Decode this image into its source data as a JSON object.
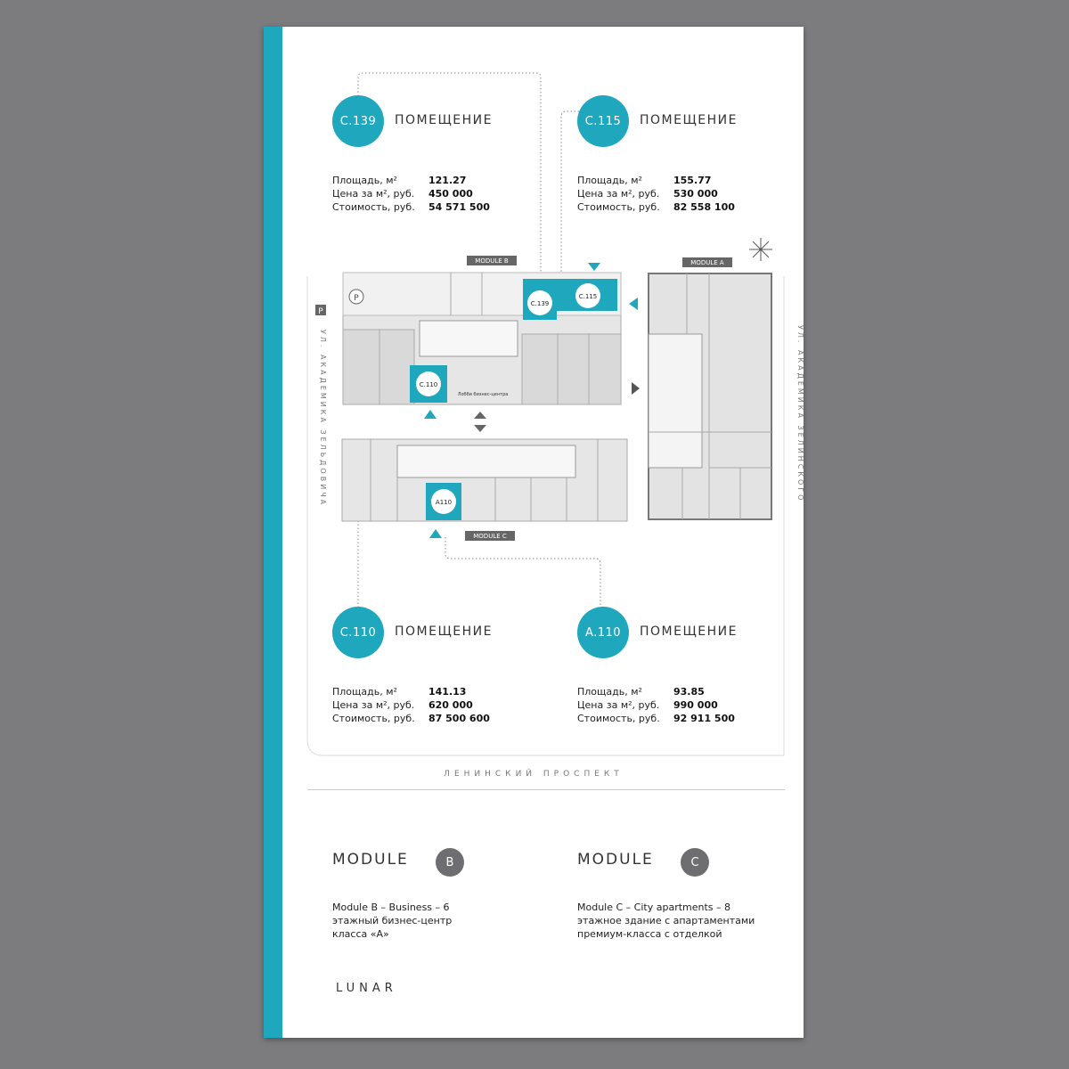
{
  "units": [
    {
      "code": "C.139",
      "type": "ПОМЕЩЕНИЕ",
      "rows": [
        {
          "label": "Площадь, м²",
          "value": "121.27"
        },
        {
          "label": "Цена за м², руб.",
          "value": "450 000"
        },
        {
          "label": "Стоимость, руб.",
          "value": "54 571 500"
        }
      ]
    },
    {
      "code": "C.115",
      "type": "ПОМЕЩЕНИЕ",
      "rows": [
        {
          "label": "Площадь, м²",
          "value": "155.77"
        },
        {
          "label": "Цена за м², руб.",
          "value": "530 000"
        },
        {
          "label": "Стоимость, руб.",
          "value": "82 558 100"
        }
      ]
    },
    {
      "code": "C.110",
      "type": "ПОМЕЩЕНИЕ",
      "rows": [
        {
          "label": "Площадь, м²",
          "value": "141.13"
        },
        {
          "label": "Цена за м², руб.",
          "value": "620 000"
        },
        {
          "label": "Стоимость, руб.",
          "value": "87 500 600"
        }
      ]
    },
    {
      "code": "A.110",
      "type": "ПОМЕЩЕНИЕ",
      "rows": [
        {
          "label": "Площадь, м²",
          "value": "93.85"
        },
        {
          "label": "Цена за м², руб.",
          "value": "990 000"
        },
        {
          "label": "Стоимость, руб.",
          "value": "92 911 500"
        }
      ]
    }
  ],
  "plan": {
    "module_b_tag": "MODULE B",
    "module_a_tag": "MODULE A",
    "module_c_tag": "MODULE C",
    "parking_sign": "P",
    "parking_circle": "P",
    "lobby": "Лобби бизнес-центра",
    "unit_c139": "C.139",
    "unit_c115": "C.115",
    "unit_c110": "C.110",
    "unit_a110": "A110",
    "street_left": "УЛ. АКАДЕМИКА ЗЕЛЬДОВИЧА",
    "street_right": "УЛ. АКАДЕМИКА ЗЕЛИНСКОГО",
    "accent": "#1fa7bd"
  },
  "street_bottom": "ЛЕНИНСКИЙ ПРОСПЕКТ",
  "modules": [
    {
      "title": "MODULE",
      "letter": "B",
      "desc": "Module B – Business – 6 этажный бизнес-центр класса «А»"
    },
    {
      "title": "MODULE",
      "letter": "C",
      "desc": "Module C – City apartments – 8 этажное здание с апартаментами премиум-класса с отделкой"
    }
  ],
  "logo": "LUNAR"
}
